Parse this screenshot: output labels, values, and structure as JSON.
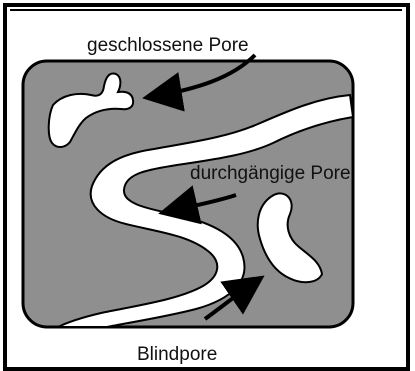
{
  "labels": {
    "closed_pore": "geschlossene Pore",
    "through_pore": "durchgängige Pore",
    "blind_pore": "Blindpore"
  },
  "colors": {
    "solid": "#8f8f8f",
    "pore": "#ffffff",
    "outline": "#000000",
    "frame": "#000000"
  }
}
